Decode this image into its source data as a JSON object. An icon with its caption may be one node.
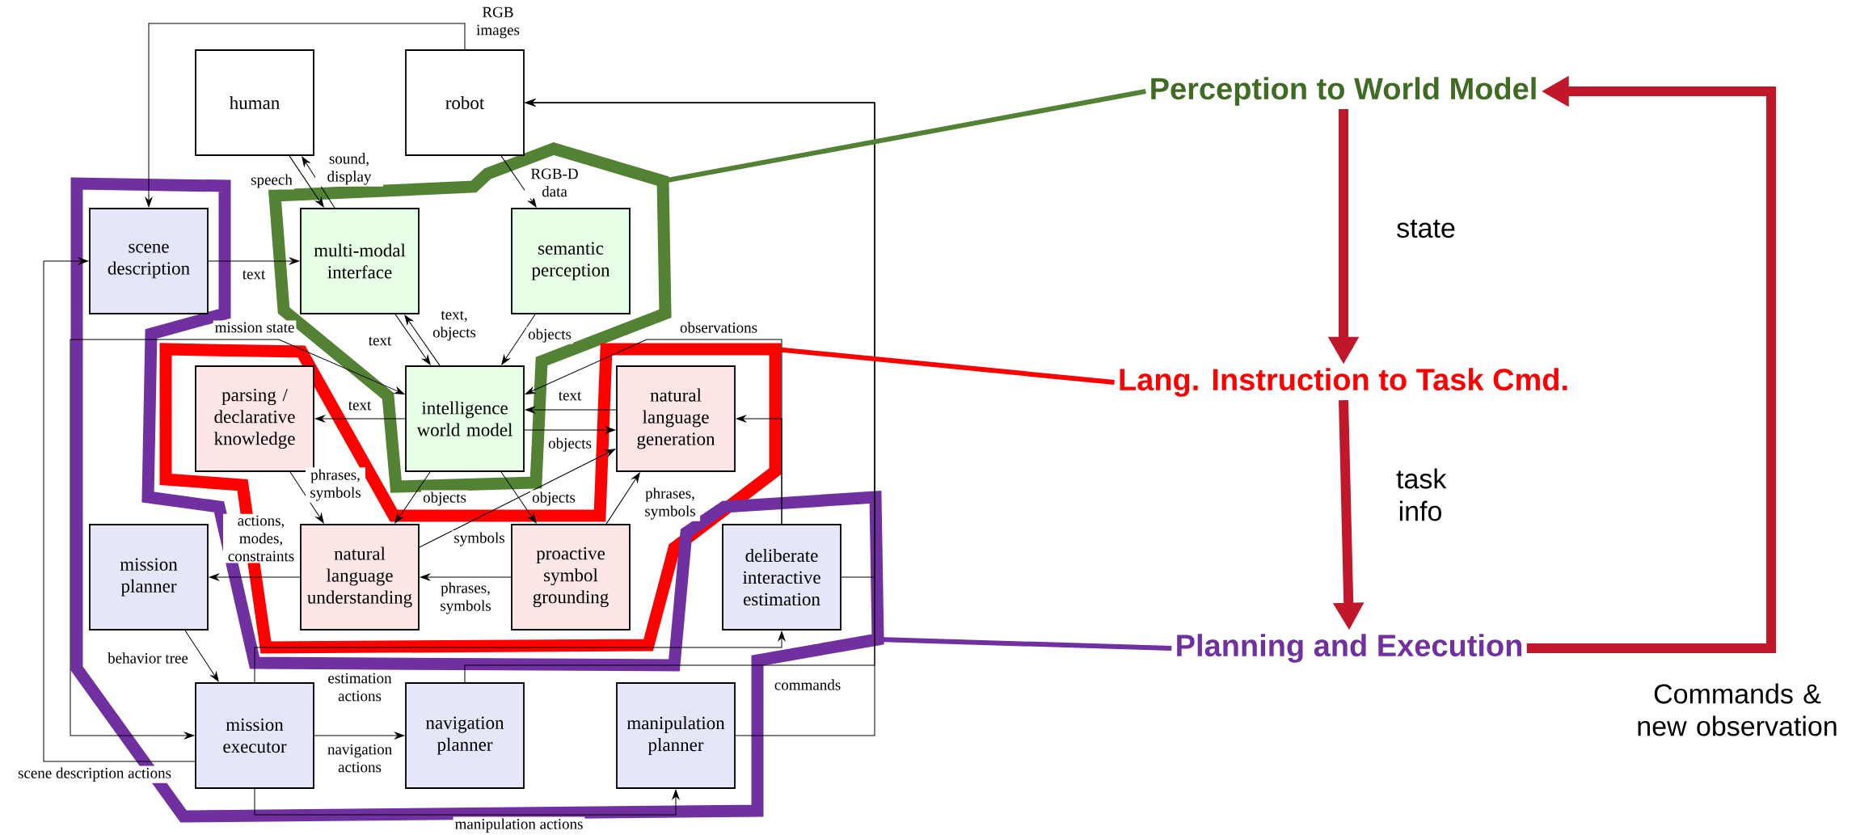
{
  "diagram": {
    "nodes": [
      {
        "text": [
          "human"
        ]
      },
      {
        "text": [
          "robot"
        ]
      },
      {
        "text": [
          "scene description"
        ],
        "in": 20
      },
      {
        "text": [
          "multi-modal interface"
        ],
        "in": 18
      },
      {
        "text": [
          "semantic perception"
        ],
        "in": 18
      },
      {
        "text": [
          "parsing / declarative knowledge"
        ],
        "in": 19
      },
      {
        "text": [
          "intelligence world model"
        ],
        "in": 18
      },
      {
        "text": [
          "natural language generation"
        ],
        "in": 19
      },
      {
        "text": [
          "mission planner"
        ],
        "in": 20
      },
      {
        "text": [
          "natural language understanding"
        ],
        "in": 19
      },
      {
        "text": [
          "proactive symbol grounding"
        ],
        "in": 19
      },
      {
        "text": [
          "deliberate interactive estimation"
        ],
        "in": 20
      },
      {
        "text": [
          "mission executor"
        ],
        "in": 20
      },
      {
        "text": [
          "navigation planner"
        ],
        "in": 20
      },
      {
        "text": [
          "manipulation planner"
        ],
        "in": 20
      },
      {
        "text": [
          "Perception to World Model"
        ]
      },
      {
        "text": [
          "Lang. Instruction to Task Cmd."
        ]
      },
      {
        "text": [
          "Planning and Execution"
        ]
      },
      {
        "text": [],
        "shape": "polygon"
      },
      {
        "text": [],
        "shape": "polygon"
      },
      {
        "text": [],
        "shape": "polygon"
      }
    ],
    "edges": [
      {
        "from": 1,
        "to": 2,
        "arrow": "to",
        "label": "RGB images"
      },
      {
        "from": 0,
        "to": 3,
        "arrow": "to",
        "label": "speech"
      },
      {
        "from": 3,
        "to": 0,
        "arrow": "to",
        "label": "sound, display"
      },
      {
        "from": 1,
        "to": 4,
        "arrow": "to",
        "label": "RGB-D data"
      },
      {
        "from": 2,
        "to": 3,
        "arrow": "to",
        "label": "text"
      },
      {
        "from": 3,
        "to": 6,
        "arrow": "to",
        "label": "text"
      },
      {
        "from": 6,
        "to": 3,
        "arrow": "to",
        "label": "text, objects"
      },
      {
        "from": 4,
        "to": 6,
        "arrow": "to",
        "label": "objects"
      },
      {
        "from": 6,
        "to": 12,
        "arrow": "both",
        "label": "mission state"
      },
      {
        "from": 11,
        "to": 6,
        "arrow": "to",
        "label": "observations"
      },
      {
        "from": 11,
        "to": 7,
        "arrow": "to"
      },
      {
        "from": 6,
        "to": 5,
        "arrow": "to",
        "label": "text"
      },
      {
        "from": 7,
        "to": 6,
        "arrow": "to",
        "label": "text"
      },
      {
        "from": 6,
        "to": 7,
        "arrow": "to",
        "label": "objects"
      },
      {
        "from": 6,
        "to": 9,
        "arrow": "to",
        "label": "objects"
      },
      {
        "from": 6,
        "to": 10,
        "arrow": "to",
        "label": "objects"
      },
      {
        "from": 5,
        "to": 9,
        "arrow": "to",
        "label": "phrases, symbols"
      },
      {
        "from": 9,
        "to": 7,
        "arrow": "to",
        "label": "symbols"
      },
      {
        "from": 10,
        "to": 9,
        "arrow": "to",
        "label": "phrases, symbols"
      },
      {
        "from": 10,
        "to": 7,
        "arrow": "to",
        "label": "phrases, symbols"
      },
      {
        "from": 9,
        "to": 8,
        "arrow": "to",
        "label": "actions, modes, constraints"
      },
      {
        "from": 8,
        "to": 12,
        "arrow": "to",
        "label": "behavior tree"
      },
      {
        "from": 12,
        "to": 13,
        "arrow": "to",
        "label": "navigation actions"
      },
      {
        "from": 12,
        "to": 11,
        "arrow": "to",
        "label": "estimation actions"
      },
      {
        "from": 12,
        "to": 14,
        "arrow": "to",
        "label": "manipulation actions"
      },
      {
        "from": 12,
        "to": 2,
        "arrow": "to",
        "label": "scene description actions"
      },
      {
        "from": 13,
        "to": 1,
        "arrow": "to",
        "label": "commands"
      },
      {
        "from": 14,
        "to": 1,
        "arrow": "to"
      },
      {
        "from": 11,
        "to": 1,
        "arrow": "to"
      },
      {
        "from": 15,
        "to": 16,
        "arrow": "to",
        "label": "state",
        "style": "thick",
        "color": "#c0172a"
      },
      {
        "from": 16,
        "to": 17,
        "arrow": "to",
        "label": "task info",
        "style": "thick",
        "color": "#c0172a"
      },
      {
        "from": 17,
        "to": 15,
        "arrow": "to",
        "label": "Commands & new observation",
        "style": "thick",
        "color": "#c0172a"
      },
      {
        "from": 15,
        "to": 18,
        "arrow": "none",
        "style": "thick",
        "color": "#548235"
      },
      {
        "from": 16,
        "to": 19,
        "arrow": "none",
        "style": "thick",
        "color": "#ff0000"
      },
      {
        "from": 17,
        "to": 20,
        "arrow": "none",
        "style": "thick",
        "color": "#7030a0"
      }
    ]
  }
}
